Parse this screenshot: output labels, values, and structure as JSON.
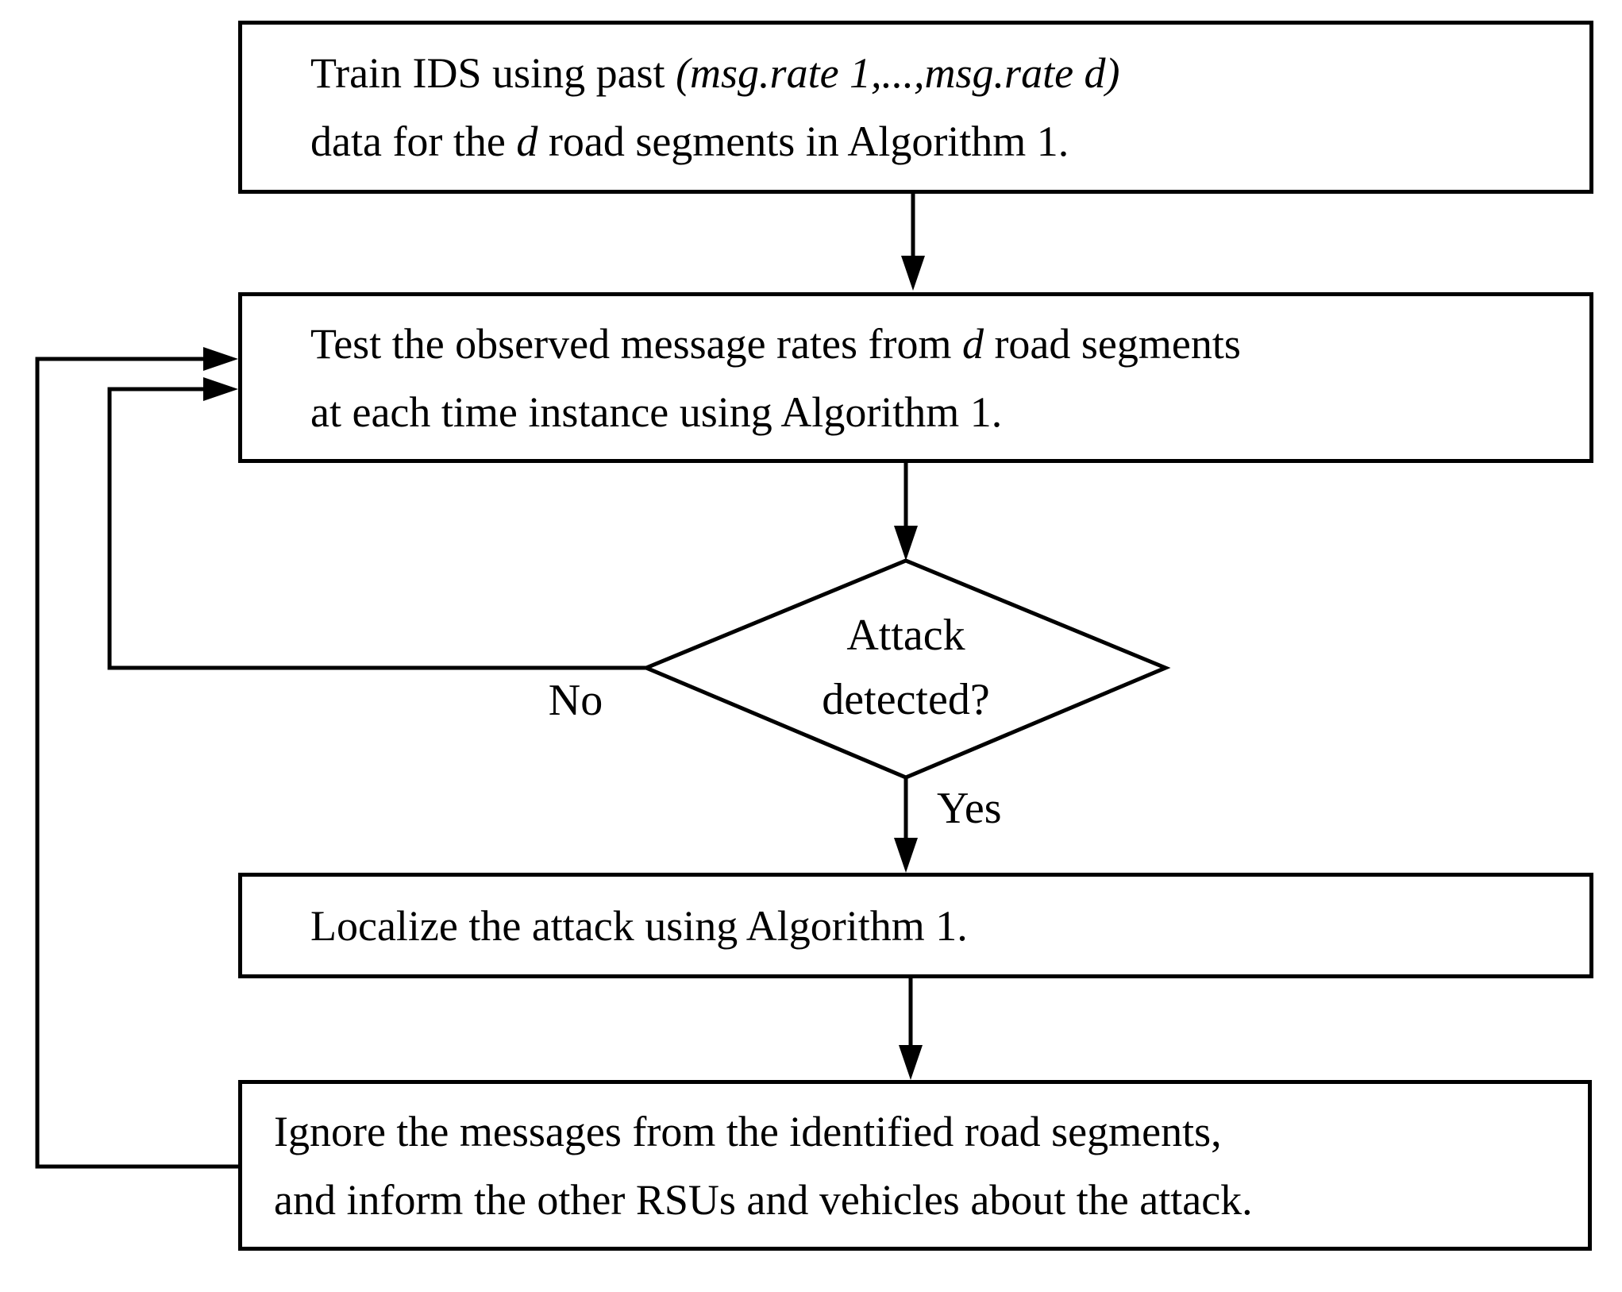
{
  "meta": {
    "background_color": "#ffffff",
    "stroke_color": "#000000",
    "diagram_type": "flowchart"
  },
  "nodes": {
    "train_box": {
      "line1_text": "Train IDS using past ",
      "line1_italic": "(msg.rate 1,...,msg.rate d)",
      "line2_pre": "data for the ",
      "line2_var": "d",
      "line2_post": " road segments in Algorithm 1."
    },
    "test_box": {
      "line1_pre": "Test the observed message rates from ",
      "line1_var": "d",
      "line1_post": " road segments",
      "line2": "at each time instance using Algorithm 1."
    },
    "decision": {
      "line1": "Attack",
      "line2": "detected?"
    },
    "localize_box": {
      "line1": "Localize the attack using Algorithm 1."
    },
    "ignore_box": {
      "line1": "Ignore the messages from the identified road segments,",
      "line2": "and inform the other RSUs and vehicles about the attack."
    }
  },
  "edges": {
    "no_label": "No",
    "yes_label": "Yes"
  }
}
